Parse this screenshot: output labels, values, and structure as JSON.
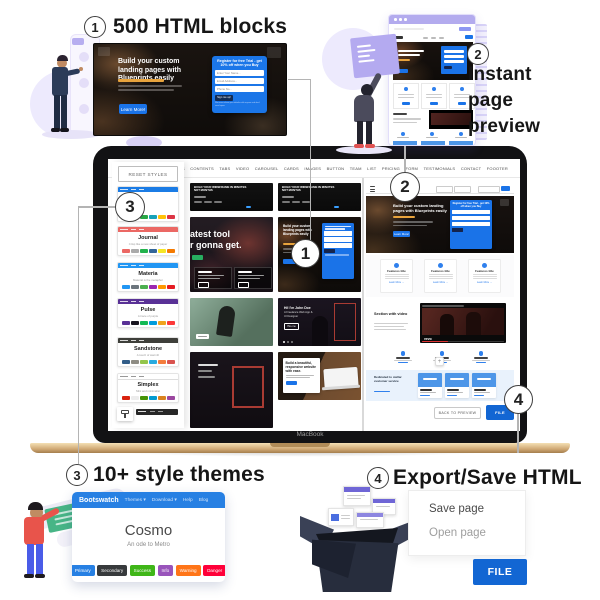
{
  "features": {
    "f1": {
      "num": "1",
      "title": "500 HTML blocks"
    },
    "f2": {
      "num": "2",
      "lines": [
        "Instant",
        "page",
        "preview"
      ]
    },
    "f3": {
      "num": "3",
      "title": "10+ style themes"
    },
    "f4": {
      "num": "4",
      "title": "Export/Save HTML"
    }
  },
  "callouts": {
    "n1": "1",
    "n2": "2",
    "n3": "3",
    "n4": "4"
  },
  "hero_block": {
    "heading": "Build your custom landing pages with Blueprints easily",
    "cta": "Learn More!",
    "form": {
      "title": "Register for free Trial - get 10% off when you Buy",
      "fields": [
        "Enter Your Name...",
        "Email Address...",
        "Phone No..."
      ],
      "submit": "Sign me up!",
      "note": "We never share your details with anyone and don't send spam"
    }
  },
  "macbook": {
    "label": "MacBook"
  },
  "app": {
    "reset_button": "RESET STYLES",
    "tabs": [
      "HEADERS",
      "CONTENTS",
      "TABS",
      "VIDEO",
      "CAROUSEL",
      "CARDS",
      "IMAGES",
      "BUTTON",
      "TEAM",
      "LIST",
      "PRICING",
      "FORM",
      "TESTIMONIALS",
      "CONTACT",
      "FOOOTER"
    ],
    "themes": [
      {
        "name": "",
        "subtitle": "",
        "navbar": "#1b7ce5",
        "chips": [
          "#007bff",
          "#868e96",
          "#28a745",
          "#17a2b8",
          "#ffc107",
          "#dc3545"
        ]
      },
      {
        "name": "Journal",
        "subtitle": "Crisp like a new sheet of paper",
        "navbar": "#eb6864",
        "chips": [
          "#eb6864",
          "#aaaaaa",
          "#22b24c",
          "#336699",
          "#f5e625",
          "#f57a00"
        ]
      },
      {
        "name": "Materia",
        "subtitle": "Material is the metaphor",
        "navbar": "#2196f3",
        "chips": [
          "#2196f3",
          "#6c757d",
          "#4caf50",
          "#9c27b0",
          "#ff9800",
          "#e51c23"
        ]
      },
      {
        "name": "Pulse",
        "subtitle": "A trace of purple",
        "navbar": "#593196",
        "chips": [
          "#593196",
          "#17141f",
          "#13b955",
          "#009cdc",
          "#efa31d",
          "#fc3939"
        ]
      },
      {
        "name": "Sandstone",
        "subtitle": "A touch of warmth",
        "navbar": "#3e3f3a",
        "chips": [
          "#325d88",
          "#8e8c84",
          "#93c54b",
          "#29abe0",
          "#f47c3c",
          "#d9534f"
        ]
      },
      {
        "name": "Simplex",
        "subtitle": "Mini and minimalist",
        "navbar": "#ffffff",
        "chips": [
          "#d9230f",
          "#ececec",
          "#469408",
          "#029acf",
          "#d9831f",
          "#9b479f"
        ]
      }
    ],
    "blocks": {
      "wireframe_heading": "BUILD YOUR WIREFRAME IN MINUTES NOT MONTHS",
      "tool_line1": "atest tool",
      "tool_line2": "r gonna get.",
      "john_line1": "Hi! I'm John Doe",
      "john_line2": "A Freelance Web App &",
      "john_line3": "UI Designer",
      "hire_button": "Hire me",
      "responsive_heading": "Build a beautiful, responsive website with ease."
    },
    "preview": {
      "features_title": "Features title",
      "card_link": "Learn More →",
      "video_heading": "Section with video",
      "video_brand": "vevo",
      "pricing_heading": "Dedicated to stellar customer service",
      "back_button": "BACK TO PREVIEW",
      "file_button": "FILE"
    }
  },
  "bootswatch": {
    "brand": "Bootswatch",
    "menu": [
      "Themes ▾",
      "Download ▾",
      "Help",
      "Blog"
    ],
    "theme_name": "Cosmo",
    "theme_subtitle": "An ode to Metro",
    "buttons": [
      {
        "label": "Primary",
        "color": "#2780e3"
      },
      {
        "label": "Secondary",
        "color": "#373a3c"
      },
      {
        "label": "Success",
        "color": "#3fb618"
      },
      {
        "label": "Info",
        "color": "#9954bb"
      },
      {
        "label": "Warning",
        "color": "#ff7518"
      },
      {
        "label": "Danger",
        "color": "#ff0039"
      }
    ]
  },
  "export_menu": {
    "save": "Save page",
    "open": "Open page",
    "file_button": "FILE"
  },
  "colors": {
    "accent_blue": "#1a73e8",
    "file_blue": "#1266d3",
    "macbook_gold": "#d0a975",
    "purple_illustration": "#b3abee"
  }
}
